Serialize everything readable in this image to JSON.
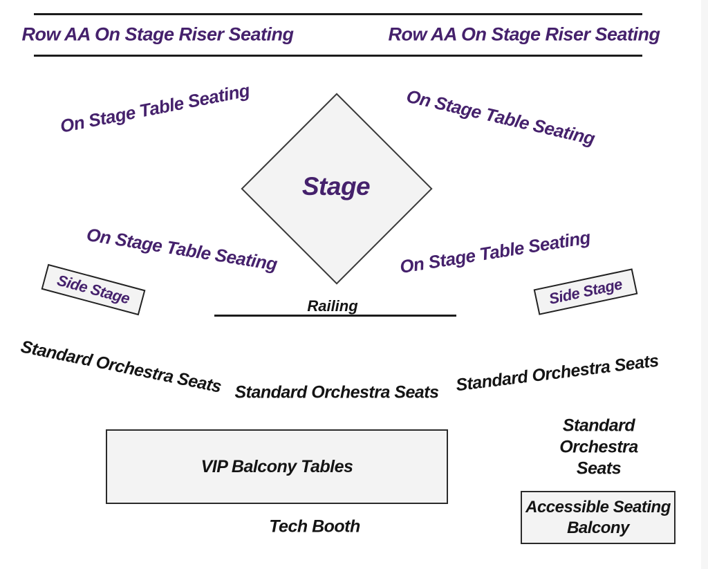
{
  "colors": {
    "purple": "#45216C",
    "ink": "#141414",
    "section_fill": "#f3f3f3"
  },
  "header": {
    "left_label": "Row AA On Stage Riser Seating",
    "right_label": "Row AA On Stage Riser Seating"
  },
  "stage": {
    "label": "Stage"
  },
  "sections": {
    "table_seating_label": "On Stage Table Seating",
    "side_stage_label": "Side Stage",
    "railing_label": "Railing",
    "orchestra_label": "Standard Orchestra Seats",
    "orchestra_back_right_line1": "Standard Orchestra",
    "orchestra_back_right_line2": "Seats",
    "vip_label": "VIP Balcony Tables",
    "tech_booth_label": "Tech Booth",
    "accessible_line1": "Accessible Seating",
    "accessible_line2": "Balcony"
  }
}
